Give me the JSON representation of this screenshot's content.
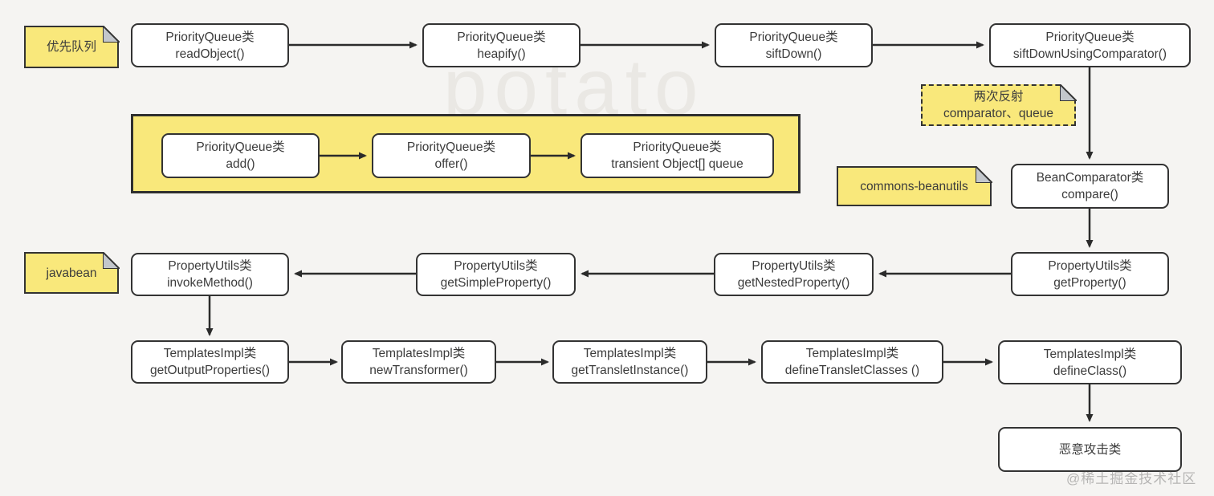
{
  "canvas": {
    "background_watermark": "potato",
    "credit_watermark": "@稀土掘金技术社区"
  },
  "colors": {
    "background": "#f5f4f2",
    "node_fill": "#ffffff",
    "node_border": "#333333",
    "sticky_fill": "#f9e87b",
    "group_fill": "#f9e87b",
    "arrow": "#2b2b2b",
    "text": "#3c3c3c"
  },
  "stickies": [
    {
      "id": "priority-queue-note",
      "label": "优先队列"
    },
    {
      "id": "double-reflection-note",
      "line1": "两次反射",
      "line2": "comparator、queue",
      "style": "dashed"
    },
    {
      "id": "commons-beanutils-note",
      "label": "commons-beanutils"
    },
    {
      "id": "javabean-note",
      "label": "javabean"
    }
  ],
  "nodes": [
    {
      "id": "readObject",
      "line1": "PriorityQueue类",
      "line2": "readObject()"
    },
    {
      "id": "heapify",
      "line1": "PriorityQueue类",
      "line2": "heapify()"
    },
    {
      "id": "siftDown",
      "line1": "PriorityQueue类",
      "line2": "siftDown()"
    },
    {
      "id": "siftDownUsingComparator",
      "line1": "PriorityQueue类",
      "line2": "siftDownUsingComparator()"
    },
    {
      "id": "add",
      "line1": "PriorityQueue类",
      "line2": "add()"
    },
    {
      "id": "offer",
      "line1": "PriorityQueue类",
      "line2": "offer()"
    },
    {
      "id": "transientQueue",
      "line1": "PriorityQueue类",
      "line2": "transient Object[] queue"
    },
    {
      "id": "compare",
      "line1": "BeanComparator类",
      "line2": "compare()"
    },
    {
      "id": "invokeMethod",
      "line1": "PropertyUtils类",
      "line2": "invokeMethod()"
    },
    {
      "id": "getSimpleProperty",
      "line1": "PropertyUtils类",
      "line2": "getSimpleProperty()"
    },
    {
      "id": "getNestedProperty",
      "line1": "PropertyUtils类",
      "line2": "getNestedProperty()"
    },
    {
      "id": "getProperty",
      "line1": "PropertyUtils类",
      "line2": "getProperty()"
    },
    {
      "id": "getOutputProperties",
      "line1": "TemplatesImpl类",
      "line2": "getOutputProperties()"
    },
    {
      "id": "newTransformer",
      "line1": "TemplatesImpl类",
      "line2": "newTransformer()"
    },
    {
      "id": "getTransletInstance",
      "line1": "TemplatesImpl类",
      "line2": "getTransletInstance()"
    },
    {
      "id": "defineTransletClasses",
      "line1": "TemplatesImpl类",
      "line2": "defineTransletClasses ()"
    },
    {
      "id": "defineClass",
      "line1": "TemplatesImpl类",
      "line2": "defineClass()"
    },
    {
      "id": "maliciousClass",
      "line1": "恶意攻击类"
    }
  ],
  "edges": [
    {
      "from": "readObject",
      "to": "heapify"
    },
    {
      "from": "heapify",
      "to": "siftDown"
    },
    {
      "from": "siftDown",
      "to": "siftDownUsingComparator"
    },
    {
      "from": "siftDownUsingComparator",
      "to": "compare"
    },
    {
      "from": "compare",
      "to": "getProperty"
    },
    {
      "from": "add",
      "to": "offer"
    },
    {
      "from": "offer",
      "to": "transientQueue"
    },
    {
      "from": "getProperty",
      "to": "getNestedProperty"
    },
    {
      "from": "getNestedProperty",
      "to": "getSimpleProperty"
    },
    {
      "from": "getSimpleProperty",
      "to": "invokeMethod"
    },
    {
      "from": "invokeMethod",
      "to": "getOutputProperties"
    },
    {
      "from": "getOutputProperties",
      "to": "newTransformer"
    },
    {
      "from": "newTransformer",
      "to": "getTransletInstance"
    },
    {
      "from": "getTransletInstance",
      "to": "defineTransletClasses"
    },
    {
      "from": "defineTransletClasses",
      "to": "defineClass"
    },
    {
      "from": "defineClass",
      "to": "maliciousClass"
    }
  ]
}
